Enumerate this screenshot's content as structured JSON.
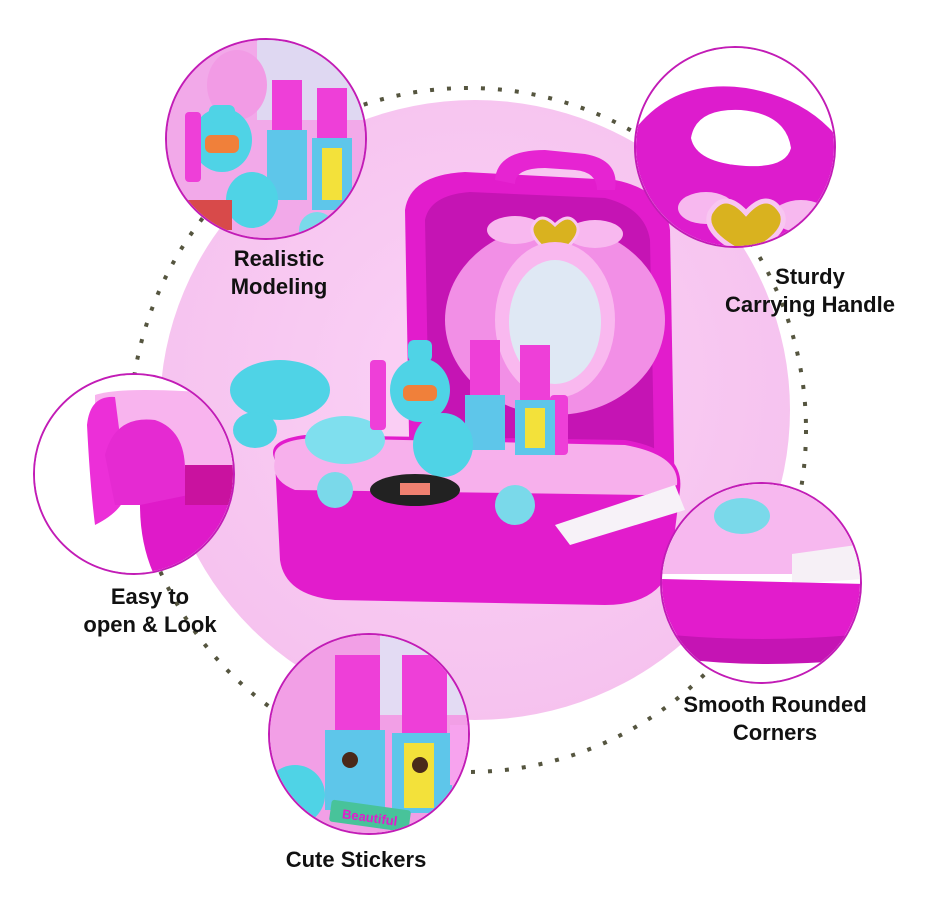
{
  "colors": {
    "background": "#ffffff",
    "center_circle": "#f7c6f0",
    "feature_border": "#c21cb6",
    "case_magenta": "#e21ccc",
    "case_light_pink": "#f5a8ec",
    "accessory_cyan": "#4fd3e6",
    "heart_gold": "#d9b21f",
    "dots": "#55553f",
    "label_text": "#111111"
  },
  "features": [
    {
      "id": "realistic-modeling",
      "lines": [
        "Realistic",
        "Modeling"
      ]
    },
    {
      "id": "sturdy-handle",
      "lines": [
        "Sturdy",
        "Carrying Handle"
      ]
    },
    {
      "id": "easy-open",
      "lines": [
        "Easy to",
        "open & Look"
      ]
    },
    {
      "id": "rounded-corners",
      "lines": [
        "Smooth Rounded",
        "Corners"
      ]
    },
    {
      "id": "cute-stickers",
      "lines": [
        "Cute Stickers"
      ]
    }
  ],
  "product": {
    "sticker_text": "Beautiful"
  }
}
